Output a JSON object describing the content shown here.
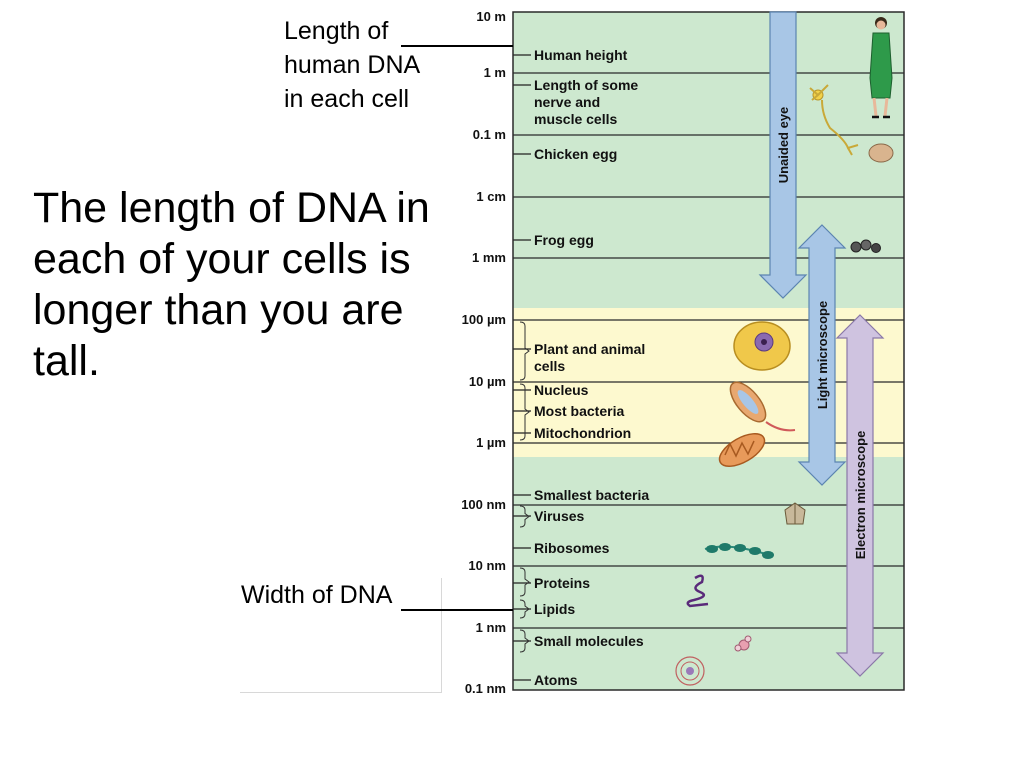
{
  "main_text": "The length of DNA in each of your cells is longer than you are tall.",
  "callout_top": {
    "lines": [
      "Length of",
      "human DNA",
      "in each cell"
    ]
  },
  "callout_bottom": {
    "text": "Width of DNA"
  },
  "scale": {
    "ticks": [
      "10 m",
      "1 m",
      "0.1 m",
      "1 cm",
      "1 mm",
      "100 µm",
      "10 µm",
      "1 µm",
      "100 nm",
      "10 nm",
      "1 nm",
      "0.1 nm"
    ],
    "items": [
      {
        "lines": [
          "Human height"
        ]
      },
      {
        "lines": [
          "Length of some",
          "nerve and",
          "muscle cells"
        ]
      },
      {
        "lines": [
          "Chicken egg"
        ]
      },
      {
        "lines": [
          "Frog egg"
        ]
      },
      {
        "lines": [
          "Plant and animal",
          "cells"
        ]
      },
      {
        "lines": [
          "Nucleus"
        ]
      },
      {
        "lines": [
          "Most bacteria"
        ]
      },
      {
        "lines": [
          "Mitochondrion"
        ]
      },
      {
        "lines": [
          "Smallest bacteria"
        ]
      },
      {
        "lines": [
          "Viruses"
        ]
      },
      {
        "lines": [
          "Ribosomes"
        ]
      },
      {
        "lines": [
          "Proteins"
        ]
      },
      {
        "lines": [
          "Lipids"
        ]
      },
      {
        "lines": [
          "Small molecules"
        ]
      },
      {
        "lines": [
          "Atoms"
        ]
      }
    ],
    "ranges": [
      {
        "label": "Unaided eye",
        "color": "#a8c6e6"
      },
      {
        "label": "Light microscope",
        "color": "#a8c6e6"
      },
      {
        "label": "Electron microscope",
        "color": "#cfc3e0"
      }
    ],
    "colors": {
      "green": "#cde8cf",
      "yellow": "#fdf9cf",
      "grid": "#2a2a2a"
    }
  }
}
